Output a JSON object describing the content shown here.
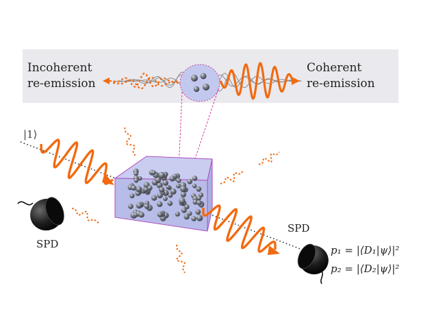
{
  "banner": {
    "left_label": "Incoherent\nre-emission",
    "right_label": "Coherent\nre-emission",
    "background": "#e9e9ee"
  },
  "input_state": "|1⟩",
  "detectors": {
    "left_label": "SPD",
    "right_label": "SPD"
  },
  "equations": [
    "p₁ = |⟨D₁|ψ⟩|²",
    "p₂ = |⟨D₂|ψ⟩|²"
  ],
  "colors": {
    "photon": "#f26a10",
    "atom_cloud_box": "#b7bde8",
    "box_edge": "#b04cc0",
    "atoms": "#6b6f7a",
    "zoom_lines": "#d63aa0",
    "detector": "#1a1a1a",
    "beam_dots": "#222222"
  },
  "icons": {
    "detector": "single-photon-detector-icon",
    "atom": "atom-sphere-icon",
    "photon": "photon-wavepacket-icon"
  }
}
